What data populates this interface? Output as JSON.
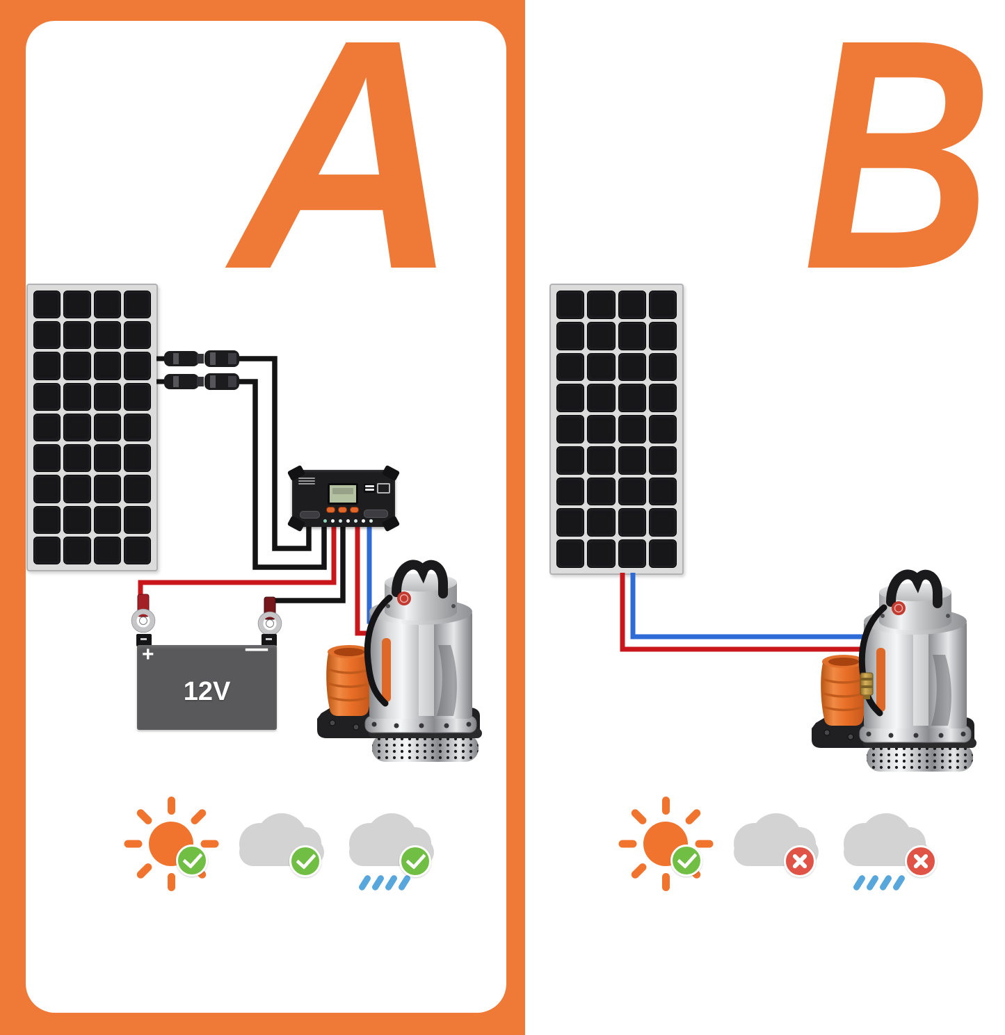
{
  "panels": {
    "a": {
      "label": "A",
      "battery": {
        "label": "12V",
        "plus": "+",
        "minus": "−"
      },
      "components": [
        "solar-panel-icon",
        "mc4-connector-icon",
        "charge-controller-icon",
        "battery-icon",
        "submersible-pump-icon"
      ],
      "weather": [
        {
          "icon": "sun-icon",
          "status": "check"
        },
        {
          "icon": "cloud-icon",
          "status": "check"
        },
        {
          "icon": "rain-cloud-icon",
          "status": "check"
        }
      ]
    },
    "b": {
      "label": "B",
      "components": [
        "solar-panel-icon",
        "submersible-pump-icon"
      ],
      "weather": [
        {
          "icon": "sun-icon",
          "status": "check"
        },
        {
          "icon": "cloud-icon",
          "status": "cross"
        },
        {
          "icon": "rain-cloud-icon",
          "status": "cross"
        }
      ]
    }
  },
  "colors": {
    "accent_orange": "#EF7A38",
    "sun_orange": "#F0742E",
    "check_green": "#71BE44",
    "cross_red": "#E05448",
    "cloud_gray": "#D3D3D4",
    "rain_blue": "#58A7DC",
    "wire_red": "#C8161B",
    "wire_blue": "#2F6BD7",
    "wire_black": "#141414",
    "battery_gray": "#59595B",
    "controller_black": "#1D1D20",
    "lcd_green": "#B5C2A2",
    "pump_orange": "#E2702D",
    "panel_frame": "#DCDCDD",
    "panel_cell": "#17171A"
  }
}
